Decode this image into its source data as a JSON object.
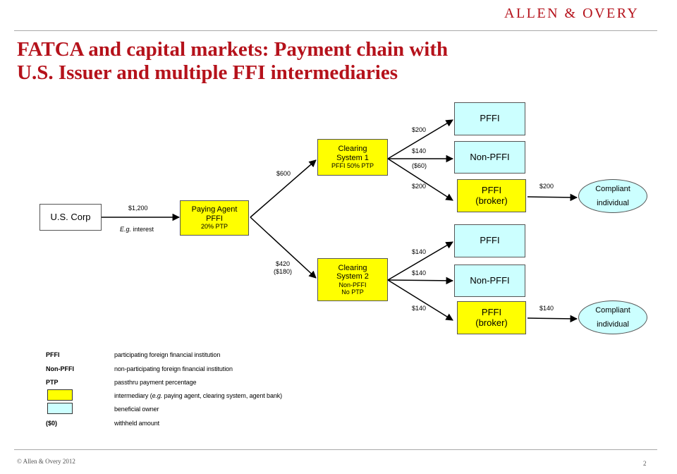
{
  "header": {
    "logo_text": "ALLEN & OVERY"
  },
  "title": {
    "line1": "FATCA and capital markets: Payment chain with",
    "line2": "U.S. Issuer and multiple FFI intermediaries"
  },
  "diagram": {
    "us_corp": "U.S. Corp",
    "paying_agent": {
      "line1": "Paying Agent",
      "line2": "PFFI",
      "line3": "20% PTP"
    },
    "clearing1": {
      "line1": "Clearing",
      "line2": "System 1",
      "line3": "PFFI 50% PTP"
    },
    "clearing2": {
      "line1": "Clearing",
      "line2": "System 2",
      "line3": "Non-PFFI",
      "line4": "No PTP"
    },
    "top_pffi": "PFFI",
    "top_nonpffi": "Non-PFFI",
    "top_broker": {
      "line1": "PFFI",
      "line2": "(broker)"
    },
    "bottom_pffi": "PFFI",
    "bottom_nonpffi": "Non-PFFI",
    "bottom_broker": {
      "line1": "PFFI",
      "line2": "(broker)"
    },
    "top_individual": {
      "line1": "Compliant",
      "line2": "individual"
    },
    "bottom_individual": {
      "line1": "Compliant",
      "line2": "individual"
    },
    "amounts": {
      "corp_to_agent": "$1,200",
      "corp_note_prefix": "E.g.",
      "corp_note_suffix": "interest",
      "agent_to_cs1": "$600",
      "agent_to_cs2_line1": "$420",
      "agent_to_cs2_line2": "($180)",
      "cs1_to_pffi": "$200",
      "cs1_to_nonpffi": "$140",
      "cs1_withheld": "($60)",
      "cs1_to_broker": "$200",
      "broker1_to_individual": "$200",
      "cs2_to_pffi": "$140",
      "cs2_to_nonpffi": "$140",
      "cs2_to_broker": "$140",
      "broker2_to_individual": "$140"
    }
  },
  "legend": {
    "pffi_key": "PFFI",
    "pffi_desc": "participating foreign financial institution",
    "nonpffi_key": "Non-PFFI",
    "nonpffi_desc": "non-participating foreign financial institution",
    "ptp_key": "PTP",
    "ptp_desc": "passthru payment percentage",
    "intermediary_desc_prefix": "intermediary (",
    "intermediary_desc_eg": "e.g.",
    "intermediary_desc_suffix": " paying agent, clearing system, agent bank)",
    "beneficial_desc": "beneficial owner",
    "withheld_key": "($0)",
    "withheld_desc": "withheld amount"
  },
  "colors": {
    "intermediary": "#ffff00",
    "beneficial": "#ccffff",
    "accent": "#b5121b"
  },
  "footer": {
    "copyright": "© Allen & Overy 2012",
    "page_number": "2"
  }
}
